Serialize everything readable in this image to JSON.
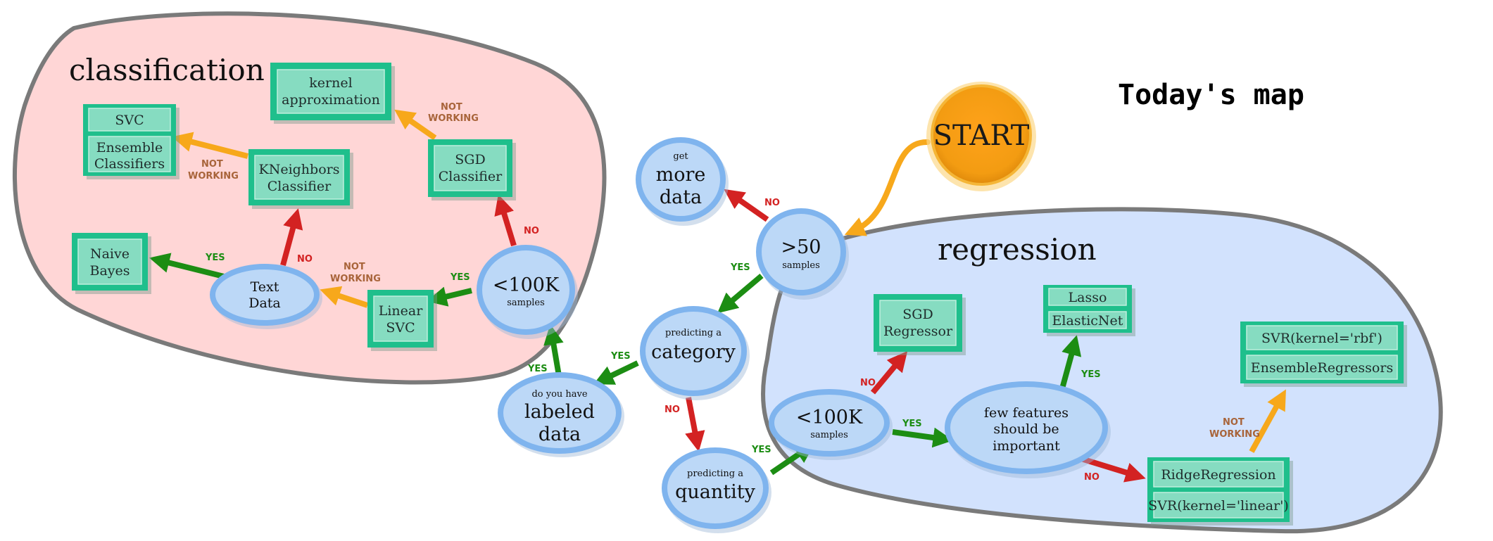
{
  "map_title": "Today's map",
  "colors": {
    "yes_arrow": "#1c8d13",
    "no_arrow": "#d32222",
    "not_working_arrow": "#f7a81b",
    "classification_fill": "#ffd6d6",
    "regression_fill": "#d2e2fd",
    "question_node": "#bcd8f7",
    "estimator_box": "#1fbf8c",
    "start_node": "#f39c12"
  },
  "regions": {
    "classification": "classification",
    "regression": "regression"
  },
  "start": "START",
  "questions": {
    "gt50": {
      "big": ">50",
      "small": "samples"
    },
    "get_more_data": {
      "small": "get",
      "line1": "more",
      "line2": "data"
    },
    "predicting_category": {
      "small": "predicting a",
      "big": "category"
    },
    "labeled_data": {
      "small": "do you have",
      "line1": "labeled",
      "line2": "data"
    },
    "predicting_quantity": {
      "small": "predicting a",
      "big": "quantity"
    },
    "cls_lt100k": {
      "big": "<100K",
      "small": "samples"
    },
    "text_data": {
      "line1": "Text",
      "line2": "Data"
    },
    "reg_lt100k": {
      "big": "<100K",
      "small": "samples"
    },
    "few_features": {
      "line1": "few features",
      "line2": "should be",
      "line3": "important"
    }
  },
  "estimators": {
    "kernel_approx": {
      "line1": "kernel",
      "line2": "approximation"
    },
    "svc": "SVC",
    "ensemble_classifiers": {
      "line1": "Ensemble",
      "line2": "Classifiers"
    },
    "kneighbors": {
      "line1": "KNeighbors",
      "line2": "Classifier"
    },
    "sgd_classifier": {
      "line1": "SGD",
      "line2": "Classifier"
    },
    "naive_bayes": {
      "line1": "Naive",
      "line2": "Bayes"
    },
    "linear_svc": {
      "line1": "Linear",
      "line2": "SVC"
    },
    "sgd_regressor": {
      "line1": "SGD",
      "line2": "Regressor"
    },
    "lasso": "Lasso",
    "elasticnet": "ElasticNet",
    "svr_rbf": "SVR(kernel='rbf')",
    "ensemble_regressors": "EnsembleRegressors",
    "ridge": "RidgeRegression",
    "svr_linear": "SVR(kernel='linear')"
  },
  "edge_labels": {
    "yes": "YES",
    "no": "NO",
    "not_working_1": "NOT",
    "not_working_2": "WORKING"
  }
}
